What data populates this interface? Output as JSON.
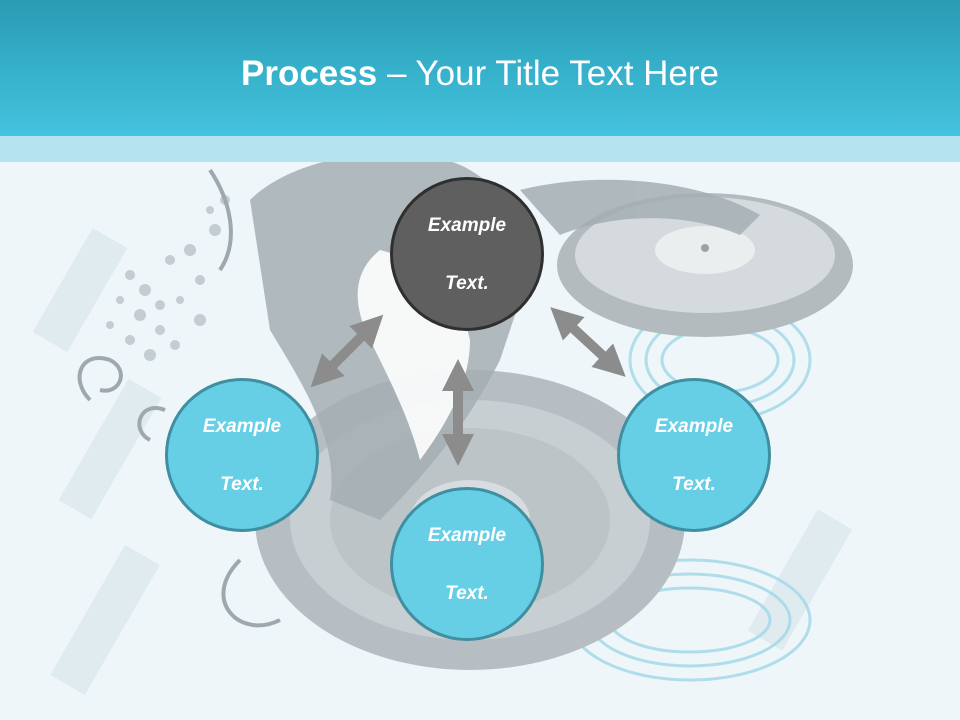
{
  "title": {
    "bold": "Process",
    "rest": " – Your Title Text Here"
  },
  "nodes": {
    "top": {
      "line1": "Example",
      "line2": "Text."
    },
    "left": {
      "line1": "Example",
      "line2": "Text."
    },
    "right": {
      "line1": "Example",
      "line2": "Text."
    },
    "bottom": {
      "line1": "Example",
      "line2": "Text."
    }
  },
  "colors": {
    "header": "#34aec8",
    "node_dark": "#5f5f5f",
    "node_light": "#67cfe5",
    "arrow": "#8c8c8c"
  }
}
